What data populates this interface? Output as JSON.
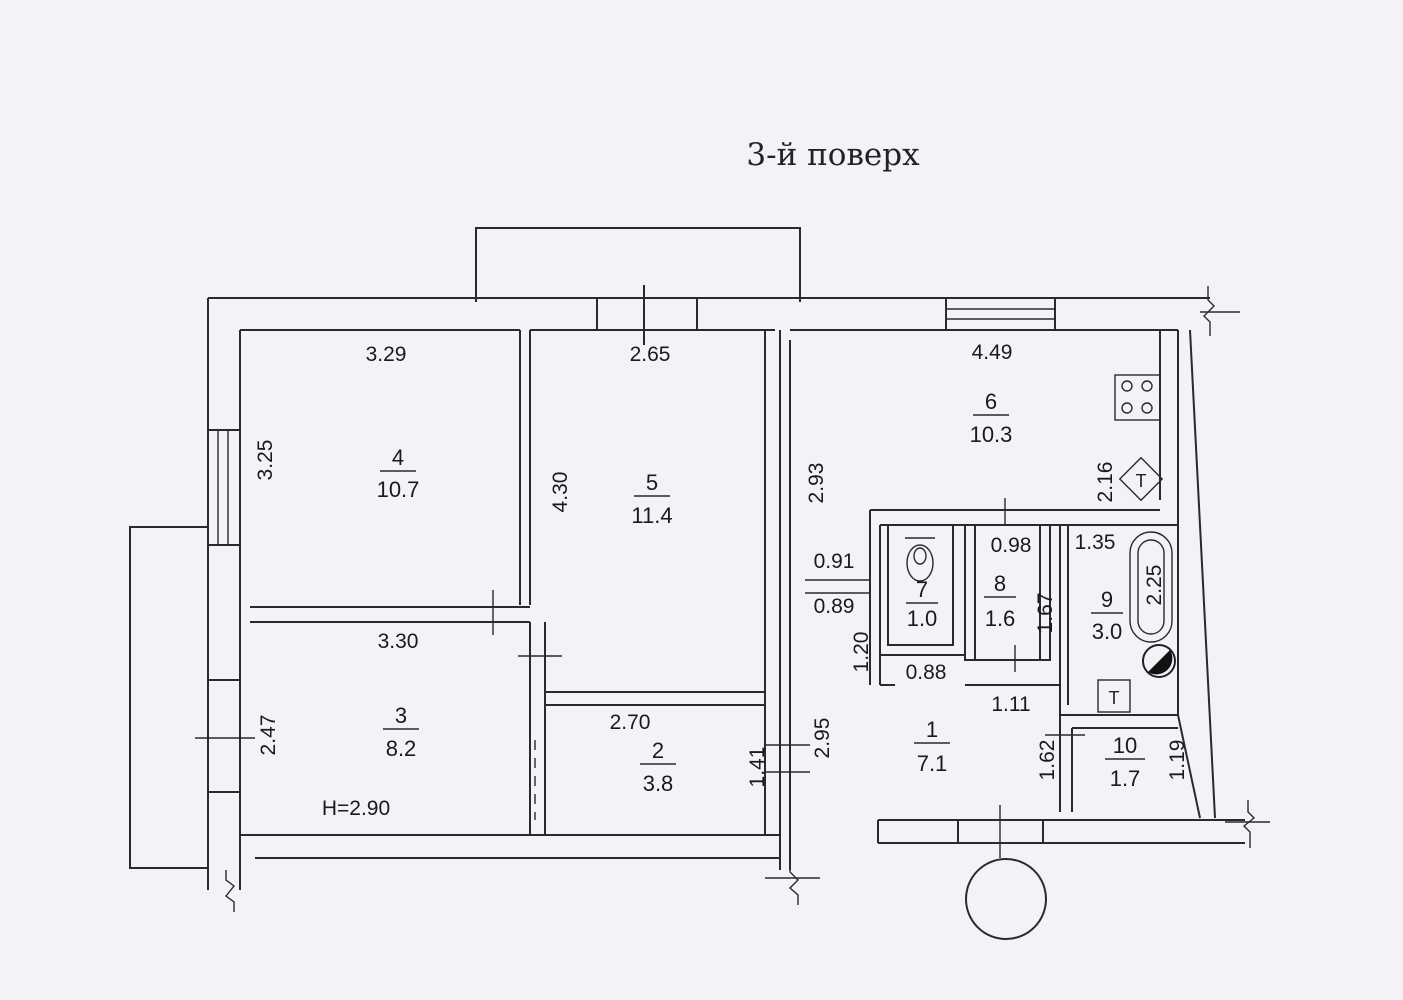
{
  "title": "3-й поверх",
  "ceiling_height": "H=2.90",
  "rooms": [
    {
      "number": "1",
      "area": "7.1"
    },
    {
      "number": "2",
      "area": "3.8"
    },
    {
      "number": "3",
      "area": "8.2"
    },
    {
      "number": "4",
      "area": "10.7"
    },
    {
      "number": "5",
      "area": "11.4"
    },
    {
      "number": "6",
      "area": "10.3"
    },
    {
      "number": "7",
      "area": "1.0"
    },
    {
      "number": "8",
      "area": "1.6"
    },
    {
      "number": "9",
      "area": "3.0"
    },
    {
      "number": "10",
      "area": "1.7"
    }
  ],
  "dimensions": {
    "room4_width": "3.29",
    "room4_height": "3.25",
    "room5_width": "2.65",
    "room5_height": "4.30",
    "room6_width": "4.49",
    "room6_height": "2.93",
    "room6_side": "2.16",
    "room3_width": "3.30",
    "room3_height": "2.47",
    "room2_width": "2.70",
    "room2_height": "1.41",
    "corridor_height": "2.95",
    "w091": "0.91",
    "w089": "0.89",
    "h120": "1.20",
    "w088": "0.88",
    "w098": "0.98",
    "w135": "1.35",
    "h225": "2.25",
    "h167": "1.67",
    "w111": "1.11",
    "h162": "1.62",
    "h119": "1.19"
  },
  "symbols": {
    "stove": "stove-icon",
    "heater": "heater-icon",
    "boiler": "boiler-icon",
    "toilet": "toilet-icon",
    "bathtub": "bathtub-icon",
    "gas_meter": "gas-meter-icon",
    "entrance": "entrance-circle-icon"
  }
}
